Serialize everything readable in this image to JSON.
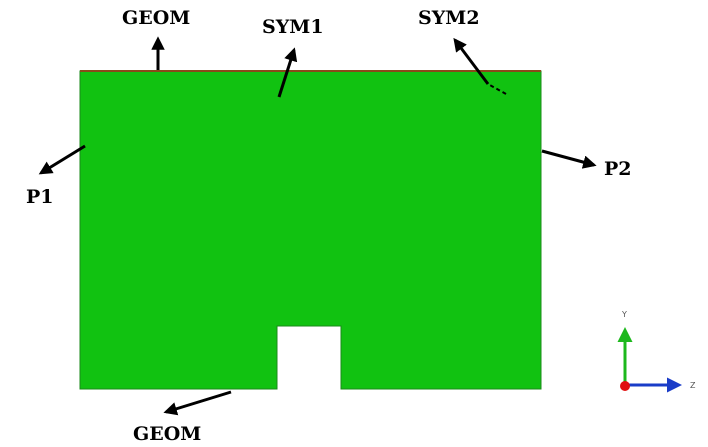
{
  "labels": {
    "geom_top": "GEOM",
    "sym1": "SYM1",
    "sym2": "SYM2",
    "p1": "P1",
    "p2": "P2",
    "geom_bottom": "GEOM"
  },
  "axes": {
    "y": "Y",
    "z": "Z"
  },
  "colors": {
    "domain_fill": "#11c211",
    "domain_edge": "#8a4a1a",
    "arrow": "#000000",
    "axis_y": "#1db81d",
    "axis_z": "#1a3cc8",
    "origin": "#e01010"
  }
}
